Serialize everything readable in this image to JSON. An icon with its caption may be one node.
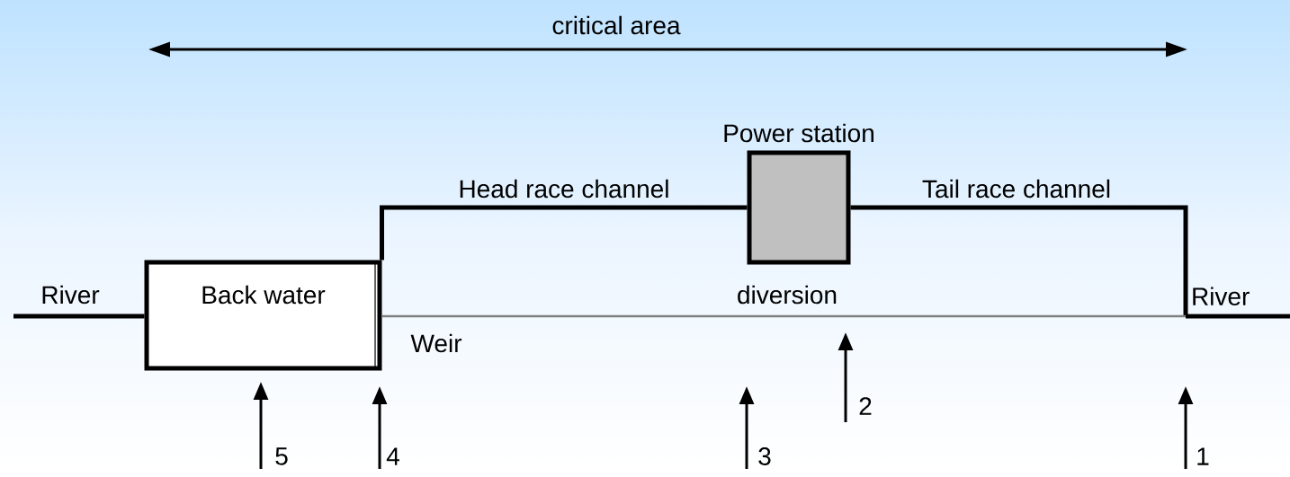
{
  "diagram": {
    "nodes": [
      {
        "text": [
          "River"
        ]
      },
      {
        "text": [
          "Back water"
        ]
      },
      {
        "text": [
          "Power station"
        ]
      },
      {
        "text": [
          "River"
        ]
      }
    ],
    "edges": [
      {
        "from": 0,
        "to": 1,
        "arrow": "none"
      },
      {
        "from": 1,
        "to": 2,
        "arrow": "none",
        "label": "Head race channel"
      },
      {
        "from": 2,
        "to": 3,
        "arrow": "none",
        "label": "Tail race channel"
      },
      {
        "from": 1,
        "to": 3,
        "arrow": "none",
        "label": "diversion",
        "color": "#808080"
      }
    ],
    "labels": [
      "critical area",
      "Weir",
      "5",
      "4",
      "3",
      "2",
      "1"
    ]
  }
}
